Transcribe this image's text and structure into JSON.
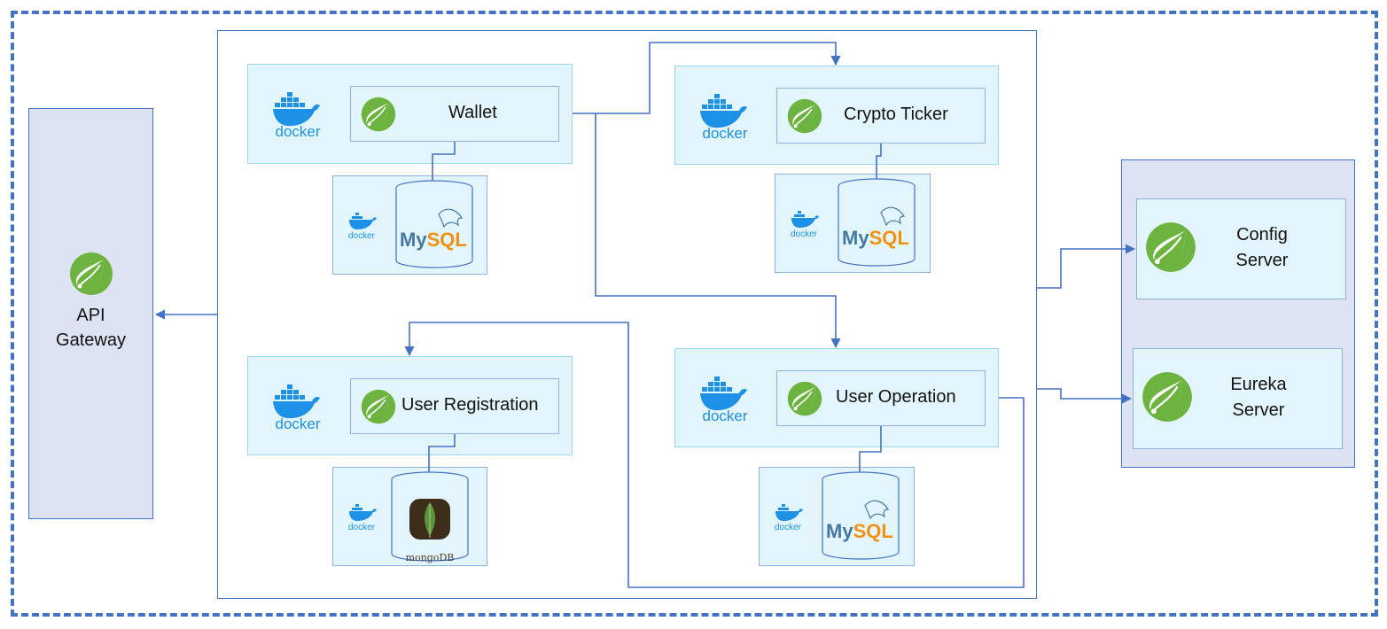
{
  "services": {
    "wallet": "Wallet",
    "crypto_ticker": "Crypto Ticker",
    "user_registration": "User Registration",
    "user_operation": "User Operation"
  },
  "gateway": {
    "line1": "API",
    "line2": "Gateway"
  },
  "config_server": {
    "line1": "Config",
    "line2": "Server"
  },
  "eureka_server": {
    "line1": "Eureka",
    "line2": "Server"
  },
  "logos": {
    "docker": "docker",
    "mysql_my": "My",
    "mysql_sql": "SQL",
    "mongodb": "mongoDB"
  },
  "colors": {
    "accent": "#4472c4",
    "spring_green": "#6db33f",
    "docker_blue": "#1d91e6",
    "mysql_blue": "#4479a1",
    "mysql_orange": "#f29111"
  }
}
